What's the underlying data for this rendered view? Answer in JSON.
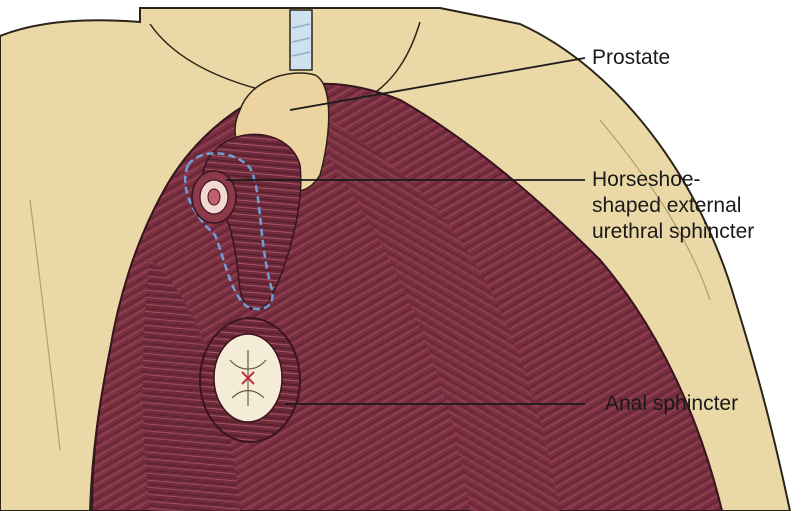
{
  "labels": {
    "prostate": "Prostate",
    "urethral_sphincter": {
      "line1": "Horseshoe-",
      "line2": "shaped external",
      "line3": "urethral sphincter"
    },
    "anal_sphincter": "Anal sphincter"
  },
  "colors": {
    "bone": "#ead8a6",
    "bone_outline": "#2b2418",
    "muscle": "#7a3040",
    "muscle_dark": "#4f1c28",
    "muscle_light": "#a45565",
    "prostate": "#ecd39f",
    "urethra": "#cfe1ee",
    "dashed_outline": "#6f9fd8",
    "anal_center": "#f4ecd6",
    "leader_line": "#1a1a1a"
  }
}
